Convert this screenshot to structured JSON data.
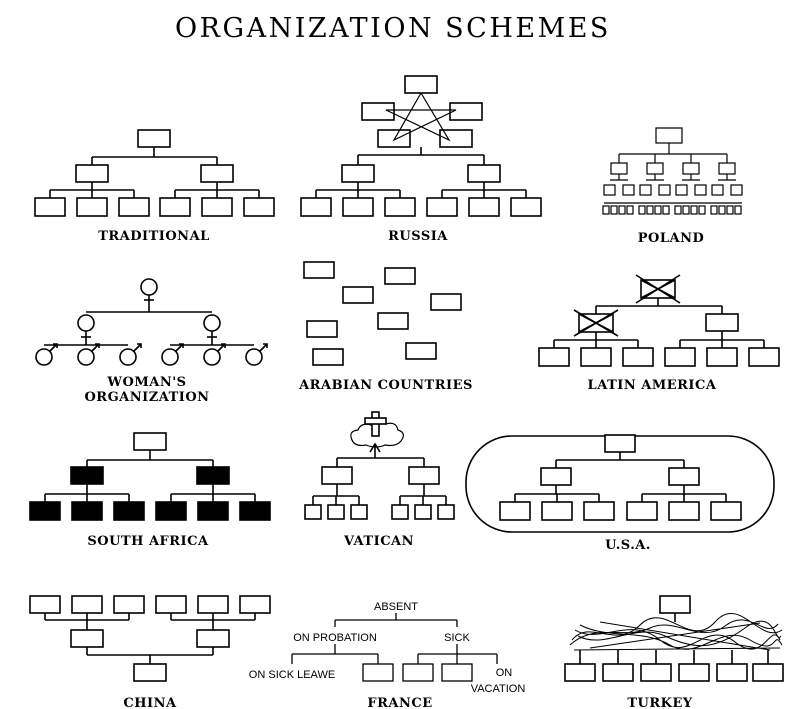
{
  "title": "ORGANIZATION SCHEMES",
  "schemes": {
    "traditional": "TRADITIONAL",
    "russia": "RUSSIA",
    "poland": "POLAND",
    "woman_line1": "WOMAN'S",
    "woman_line2": "ORGANIZATION",
    "arabian": "ARABIAN COUNTRIES",
    "latin": "LATIN AMERICA",
    "south_africa": "SOUTH AFRICA",
    "vatican": "VATICAN",
    "usa": "U.S.A.",
    "china": "CHINA",
    "france": "FRANCE",
    "turkey": "TURKEY"
  },
  "france_nodes": {
    "absent": "ABSENT",
    "probation": "ON PROBATION",
    "sick": "SICK",
    "sick_leave": "ON SICK LEAWE",
    "on": "ON",
    "vacation": "VACATION"
  }
}
